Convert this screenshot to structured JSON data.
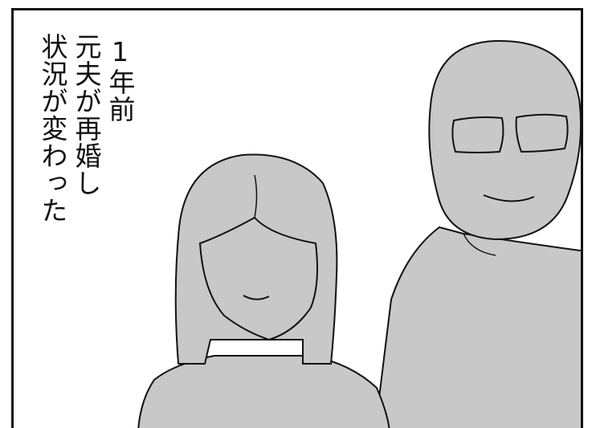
{
  "caption": {
    "lines": [
      "1年前",
      "元夫が再婚し",
      "状況が変わった"
    ]
  },
  "colors": {
    "figure_fill": "#c8c8c8",
    "outline": "#111111",
    "background": "#ffffff"
  }
}
